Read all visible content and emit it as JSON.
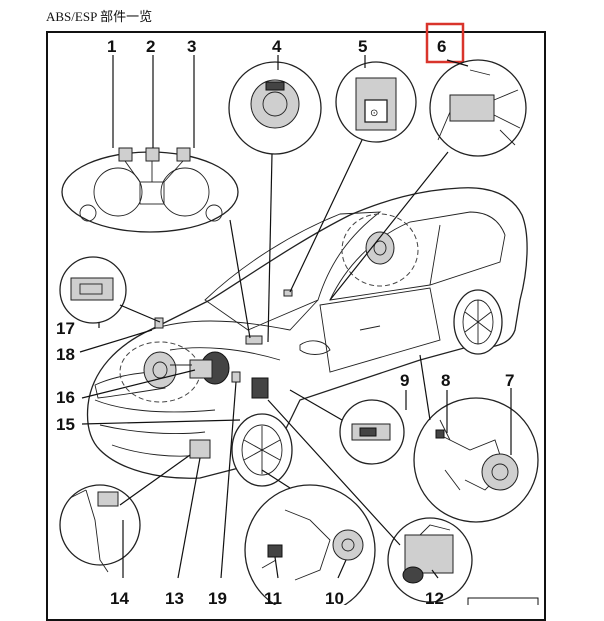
{
  "page": {
    "title": "ABS/ESP 部件一览"
  },
  "callouts": [
    {
      "id": "c1",
      "label": "1"
    },
    {
      "id": "c2",
      "label": "2"
    },
    {
      "id": "c3",
      "label": "3"
    },
    {
      "id": "c4",
      "label": "4"
    },
    {
      "id": "c5",
      "label": "5"
    },
    {
      "id": "c6",
      "label": "6"
    },
    {
      "id": "c7",
      "label": "7"
    },
    {
      "id": "c8",
      "label": "8"
    },
    {
      "id": "c9",
      "label": "9"
    },
    {
      "id": "c15",
      "label": "15"
    },
    {
      "id": "c16",
      "label": "16"
    },
    {
      "id": "c17",
      "label": "17"
    },
    {
      "id": "c18",
      "label": "18"
    },
    {
      "id": "c10",
      "label": "10"
    },
    {
      "id": "c11",
      "label": "11"
    },
    {
      "id": "c12",
      "label": "12"
    },
    {
      "id": "c13",
      "label": "13"
    },
    {
      "id": "c14",
      "label": "14"
    },
    {
      "id": "c19",
      "label": "19"
    }
  ],
  "highlight": {
    "callout": "6",
    "color": "#d9342b"
  },
  "colors": {
    "line": "#111111",
    "highlight": "#d9342b"
  }
}
